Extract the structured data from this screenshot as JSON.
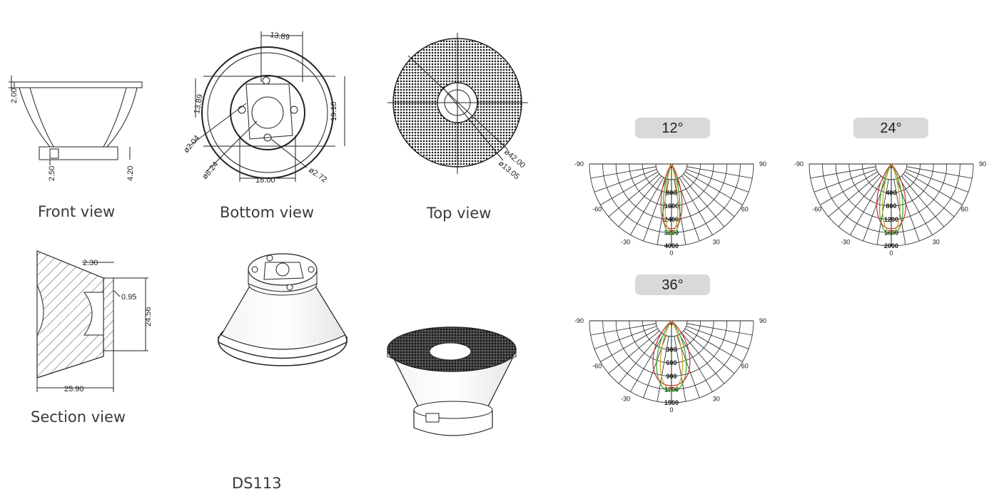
{
  "product": {
    "model": "DS113"
  },
  "views": {
    "front": {
      "caption": "Front view",
      "dims": {
        "flange_height": "2.00",
        "base_offset": "2.50",
        "base_height": "4.20"
      }
    },
    "bottom": {
      "caption": "Bottom view",
      "dims": {
        "top_width": "13.89",
        "side_height": "13.89",
        "right_height": "19.10",
        "pin_dia": "ø2.04",
        "inner_dia": "ø8.24",
        "bottom_width": "18.00",
        "hole_dia": "ø2.72"
      }
    },
    "top": {
      "caption": "Top view",
      "dims": {
        "outer_dia": "ø42.00",
        "inner_dia": "ø13.05"
      }
    },
    "section": {
      "caption": "Section view",
      "dims": {
        "flange": "2.30",
        "gap": "0.95",
        "height": "24.56",
        "length": "25.90"
      }
    }
  },
  "photometric": {
    "charts": [
      {
        "badge": "12°",
        "degree_labels": [
          "-90",
          "90",
          "-60",
          "60",
          "-30",
          "30",
          "0"
        ],
        "ring_labels": [
          "0",
          "800",
          "1600",
          "2400",
          "3200",
          "4000"
        ]
      },
      {
        "badge": "24°",
        "degree_labels": [
          "-90",
          "90",
          "-60",
          "60",
          "-30",
          "30",
          "0"
        ],
        "ring_labels": [
          "0",
          "400",
          "800",
          "1200",
          "1600",
          "2000"
        ]
      },
      {
        "badge": "36°",
        "degree_labels": [
          "-90",
          "90",
          "-60",
          "60",
          "-30",
          "30",
          "0"
        ],
        "ring_labels": [
          "0",
          "300",
          "600",
          "900",
          "1200",
          "1500"
        ]
      }
    ],
    "colors": {
      "curve_green": "#2fa52f",
      "curve_red": "#c83232",
      "curve_gold": "#c8a020",
      "badge_bg": "#d9d9d9"
    }
  }
}
